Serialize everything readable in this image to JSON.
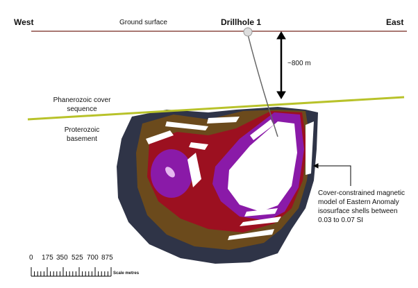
{
  "labels": {
    "west": "West",
    "east": "East",
    "ground_surface": "Ground surface",
    "drillhole": "Drillhole 1",
    "depth": "~800 m",
    "cover_line1": "Phanerozoic cover",
    "cover_line2": "sequence",
    "basement_line1": "Proterozoic",
    "basement_line2": "basement",
    "model_lines": [
      "Cover-constrained magnetic",
      "model of Eastern Anomaly",
      "isosurface shells between",
      "0.03 to 0.07 SI"
    ]
  },
  "scale": {
    "ticks": [
      "0",
      "175",
      "350",
      "525",
      "700",
      "875"
    ],
    "unit_label": "Scale metres"
  },
  "colors": {
    "ground": "#8b4a43",
    "cover": "#b8c22a",
    "outer_shell": "#2f3447",
    "brown_shell": "#6b4a1c",
    "red_shell": "#9c1020",
    "purple_core": "#8a1aa8"
  }
}
